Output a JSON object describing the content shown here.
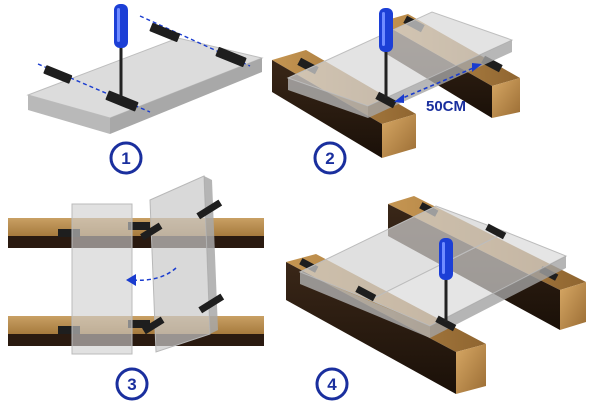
{
  "steps": [
    {
      "label": "1"
    },
    {
      "label": "2"
    },
    {
      "label": "3"
    },
    {
      "label": "4"
    }
  ],
  "annotations": {
    "distance": "50CM"
  },
  "colors": {
    "step_circle": "#1a2f9e",
    "screwdriver": "#1c3fd6",
    "joist_top": "#b48646",
    "joist_side": "#2a1a10",
    "panel": "#d3d3d3",
    "clip": "#1e1e1e",
    "guide_line": "#1a3ccf"
  }
}
